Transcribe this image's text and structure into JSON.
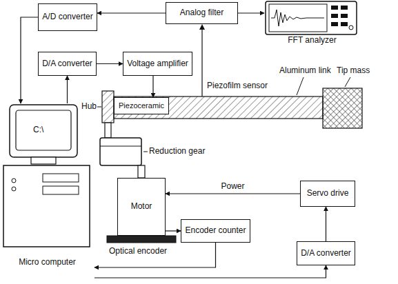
{
  "diagram": {
    "nodes": [
      {
        "text": [
          "A/D converter"
        ]
      },
      {
        "text": [
          "Analog filter"
        ]
      },
      {
        "text": [
          "FFT analyzer"
        ]
      },
      {
        "text": [
          "D/A converter"
        ]
      },
      {
        "text": [
          "Voltage amplifier"
        ]
      },
      {
        "text": [
          "Piezoceramic"
        ]
      },
      {
        "text": [
          "Micro computer"
        ]
      },
      {
        "text": [
          "Motor"
        ]
      },
      {
        "text": [
          "Encoder counter"
        ]
      },
      {
        "text": [
          "Servo drive"
        ]
      },
      {
        "text": [
          "D/A converter"
        ]
      }
    ],
    "edges": [
      {
        "from": 1,
        "to": 0,
        "arrow": "to"
      },
      {
        "from": 1,
        "to": 2,
        "arrow": "to"
      },
      {
        "from": 0,
        "to": 6,
        "arrow": "to"
      },
      {
        "from": 6,
        "to": 3,
        "arrow": "to"
      },
      {
        "from": 3,
        "to": 4,
        "arrow": "to"
      },
      {
        "from": 4,
        "to": 5,
        "arrow": "to"
      },
      {
        "from": 7,
        "to": 8,
        "arrow": "to"
      },
      {
        "from": 8,
        "to": 6,
        "arrow": "to"
      },
      {
        "from": 6,
        "to": 10,
        "arrow": "to"
      },
      {
        "from": 10,
        "to": 9,
        "arrow": "to"
      },
      {
        "from": 9,
        "to": 7,
        "label": "Power",
        "arrow": "to"
      }
    ],
    "labels": [
      "C:\\",
      "Hub",
      "Piezofilm sensor",
      "Aluminum link",
      "Tip mass",
      "Reduction gear",
      "Optical encoder"
    ]
  }
}
